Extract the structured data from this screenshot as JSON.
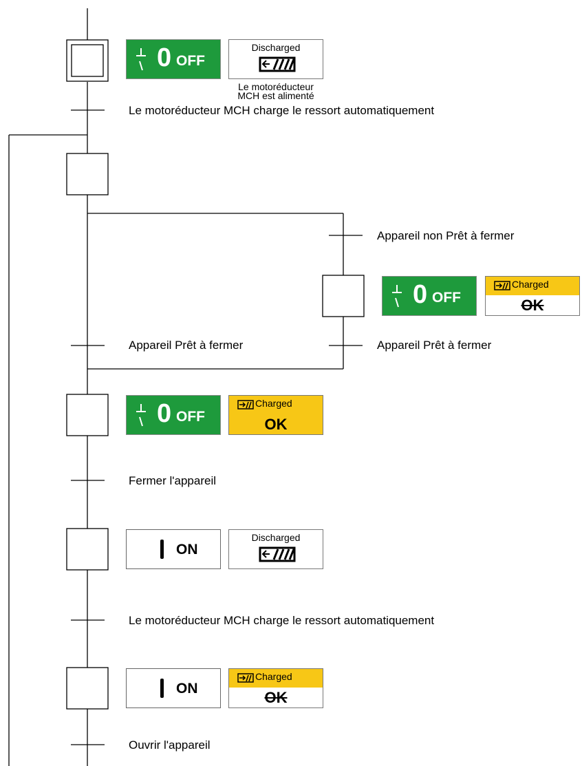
{
  "steps": {
    "initial": "Le motoréducteur MCH charge le ressort automatiquement",
    "note_line1": "Le motoréducteur",
    "note_line2": "MCH est alimenté",
    "branch_not_ready": "Appareil non Prêt à fermer",
    "ready_left": "Appareil Prêt à fermer",
    "ready_right": "Appareil Prêt à fermer",
    "close": "Fermer l'appareil",
    "recharge": "Le motoréducteur MCH charge le ressort automatiquement",
    "open": "Ouvrir l'appareil"
  },
  "indicators": {
    "off_label": "OFF",
    "zero": "0",
    "on_label": "ON",
    "discharged": "Discharged",
    "charged": "Charged",
    "ok": "OK"
  },
  "colors": {
    "off_green": "#1e9a3c",
    "charged_yellow": "#f7c716"
  }
}
